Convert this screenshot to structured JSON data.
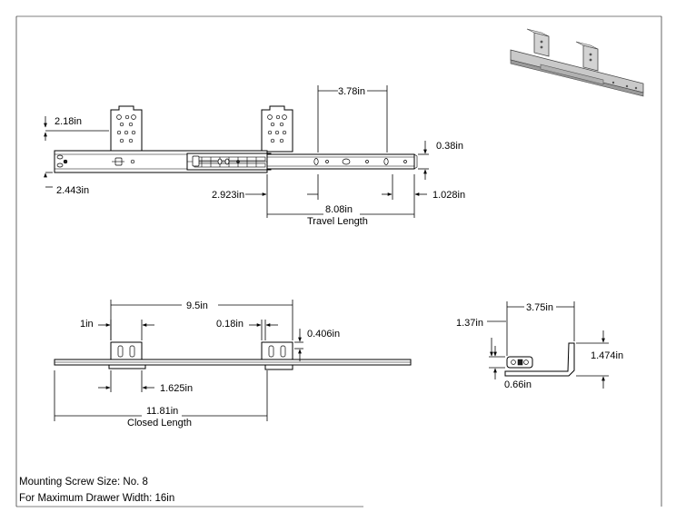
{
  "top_view": {
    "dim_2_18": "2.18in",
    "dim_2_443": "2.443in",
    "dim_3_78": "3.78in",
    "dim_0_38": "0.38in",
    "dim_2_923": "2.923in",
    "dim_1_028": "1.028in",
    "dim_8_08": "8.08in",
    "travel_label": "Travel Length"
  },
  "side_view": {
    "dim_9_5": "9.5in",
    "dim_1": "1in",
    "dim_0_18": "0.18in",
    "dim_0_406": "0.406in",
    "dim_1_625": "1.625in",
    "dim_11_81": "11.81in",
    "closed_label": "Closed Length"
  },
  "end_view": {
    "dim_3_75": "3.75in",
    "dim_1_37": "1.37in",
    "dim_1_474": "1.474in",
    "dim_0_66": "0.66in"
  },
  "notes": {
    "screw": "Mounting Screw Size: No. 8",
    "width": "For Maximum Drawer Width: 16in"
  }
}
